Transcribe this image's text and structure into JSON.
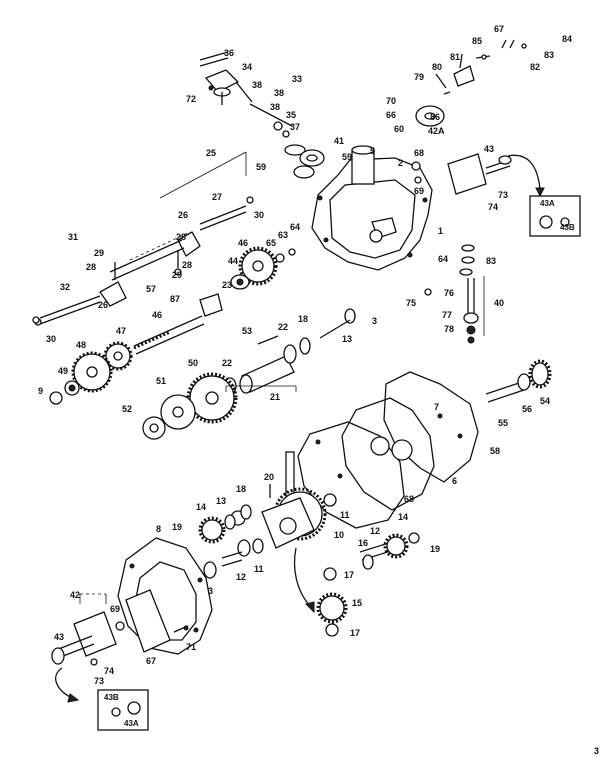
{
  "labels": {
    "l36": "36",
    "l34": "34",
    "l33": "33",
    "l72": "72",
    "l38a": "38",
    "l38b": "38",
    "l38c": "38",
    "l35": "35",
    "l37": "37",
    "l25": "25",
    "l59a": "59",
    "l59b": "59",
    "l41": "41",
    "l5": "5",
    "l70": "70",
    "l66a": "66",
    "l60": "60",
    "l2": "2",
    "l68a": "68",
    "l69a": "69",
    "l43a": "43",
    "l73a": "73",
    "l74a": "74",
    "l27": "27",
    "l30a": "30",
    "l26a": "26",
    "l28a": "28",
    "l28b": "28",
    "l28c": "28",
    "l29a": "29",
    "l29b": "29",
    "l31": "31",
    "l1": "1",
    "l46a": "46",
    "l65": "65",
    "l63": "63",
    "l64a": "64",
    "l44": "44",
    "l64b": "64",
    "l83a": "83",
    "l32": "32",
    "l26b": "26",
    "l57": "57",
    "l87": "87",
    "l23": "23",
    "l75": "75",
    "l76": "76",
    "l40": "40",
    "l77": "77",
    "l78": "78",
    "l30b": "30",
    "l48": "48",
    "l47": "47",
    "l46b": "46",
    "l53": "53",
    "l22a": "22",
    "l18a": "18",
    "l3a": "3",
    "l13a": "13",
    "l9": "9",
    "l49": "49",
    "l50": "50",
    "l22b": "22",
    "l51": "51",
    "l21": "21",
    "l52": "52",
    "l55": "55",
    "l56": "56",
    "l54": "54",
    "l58": "58",
    "l7": "7",
    "l6": "6",
    "l68b": "68",
    "l20": "20",
    "l14a": "14",
    "l18b": "18",
    "l13b": "13",
    "l19a": "19",
    "l8": "8",
    "l11a": "11",
    "l10": "10",
    "l11b": "11",
    "l12a": "12",
    "l12b": "12",
    "l16": "16",
    "l14b": "14",
    "l19b": "19",
    "l17a": "17",
    "l15": "15",
    "l17b": "17",
    "l3b": "3",
    "l42a": "42A",
    "l42": "42",
    "l69b": "69",
    "l43b": "43",
    "l71": "71",
    "l67a": "67",
    "l74b": "74",
    "l73b": "73",
    "l85": "85",
    "l67b": "67",
    "l84": "84",
    "l83b": "83",
    "l82": "82",
    "l81": "81",
    "l80": "80",
    "l79": "79",
    "l86": "86"
  },
  "insets": {
    "top_a": "43A",
    "top_b": "43B",
    "bottom_a": "43A",
    "bottom_b": "43B"
  },
  "corner_mark": "3"
}
